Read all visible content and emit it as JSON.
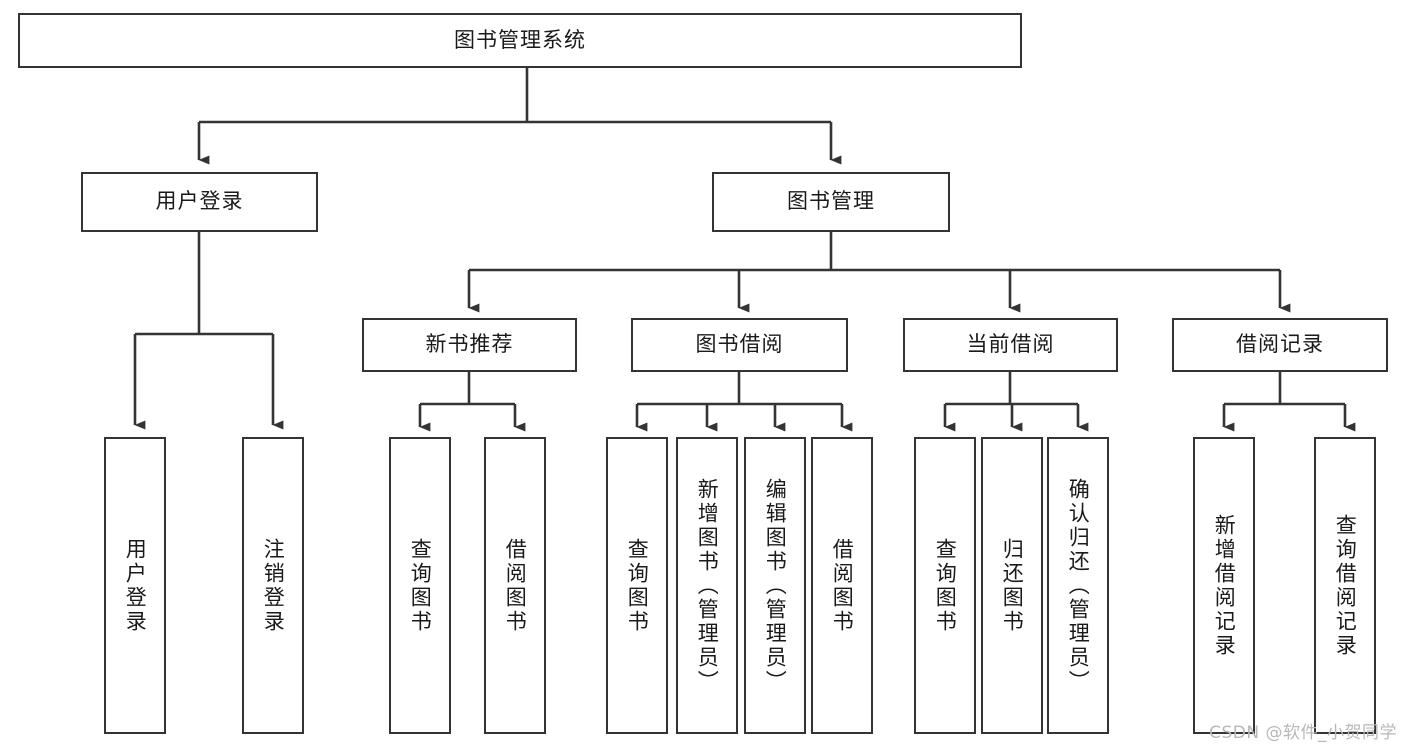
{
  "diagram": {
    "title": "图书管理系统",
    "type": "tree-hierarchy-diagram",
    "colors": {
      "box_border": "#343434",
      "box_fill": "#ffffff",
      "connector": "#343434",
      "text": "#1a1a1a",
      "watermark": "#b8b8b8"
    },
    "root": {
      "label": "图书管理系统"
    },
    "level1": [
      {
        "label": "用户登录"
      },
      {
        "label": "图书管理"
      }
    ],
    "level2": [
      {
        "label": "新书推荐"
      },
      {
        "label": "图书借阅"
      },
      {
        "label": "当前借阅"
      },
      {
        "label": "借阅记录"
      }
    ],
    "leaves": {
      "user_login": [
        {
          "label": "用户登录"
        },
        {
          "label": "注销登录"
        }
      ],
      "new_book_recommend": [
        {
          "label": "查询图书"
        },
        {
          "label": "借阅图书"
        }
      ],
      "book_borrow": [
        {
          "label": "查询图书"
        },
        {
          "label": "新增图书（管理员）"
        },
        {
          "label": "编辑图书（管理员）"
        },
        {
          "label": "借阅图书"
        }
      ],
      "current_borrow": [
        {
          "label": "查询图书"
        },
        {
          "label": "归还图书"
        },
        {
          "label": "确认归还（管理员）"
        }
      ],
      "borrow_record": [
        {
          "label": "新增借阅记录"
        },
        {
          "label": "查询借阅记录"
        }
      ]
    }
  },
  "watermark": {
    "text": "CSDN @软件_小贺同学"
  }
}
